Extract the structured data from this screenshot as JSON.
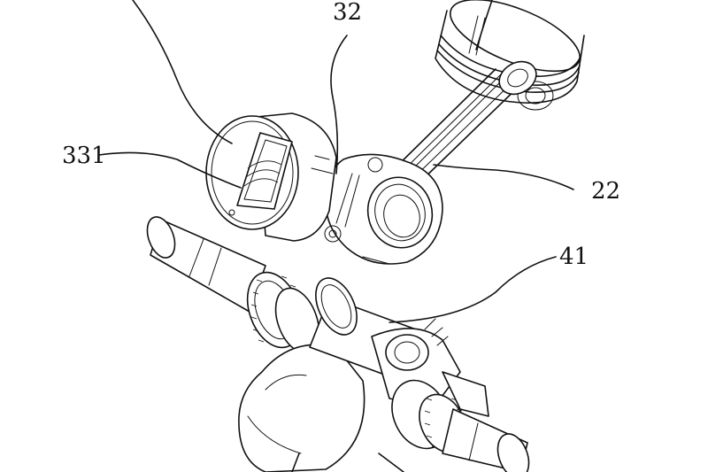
{
  "labels": {
    "part_32": "32",
    "part_331": "331",
    "part_22": "22",
    "part_41": "41"
  },
  "colors": {
    "line": "#111111",
    "background": "#ffffff"
  }
}
